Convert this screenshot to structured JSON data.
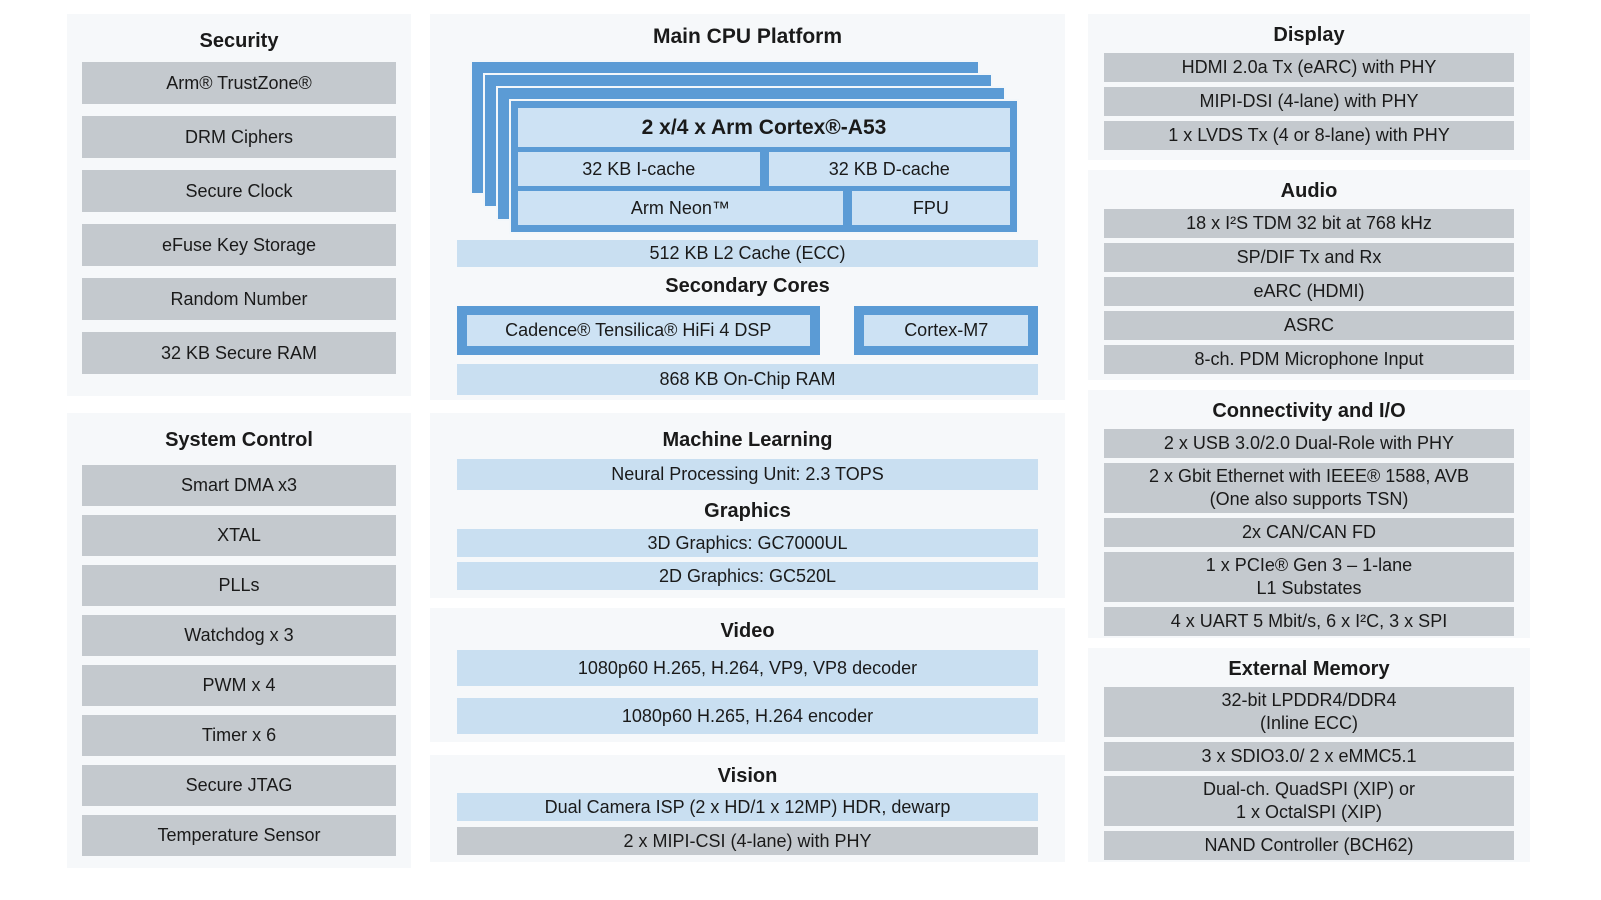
{
  "colors": {
    "panel_bg": "#f6f8fa",
    "gray_bar": "#c4c9ce",
    "light_blue_bar": "#c9dff1",
    "card_cell_blue": "#cde2f4",
    "blue_border": "#5b9bd5"
  },
  "security": {
    "title": "Security",
    "items": [
      "Arm® TrustZone®",
      "DRM Ciphers",
      "Secure Clock",
      "eFuse Key Storage",
      "Random Number",
      "32 KB Secure RAM"
    ]
  },
  "system_control": {
    "title": "System Control",
    "items": [
      "Smart DMA x3",
      "XTAL",
      "PLLs",
      "Watchdog x 3",
      "PWM x 4",
      "Timer x 6",
      "Secure JTAG",
      "Temperature Sensor"
    ]
  },
  "main_cpu": {
    "title": "Main CPU Platform",
    "core": "2 x/4 x Arm Cortex®-A53",
    "icache": "32 KB I-cache",
    "dcache": "32 KB D-cache",
    "neon": "Arm Neon™",
    "fpu": "FPU",
    "l2": "512 KB L2 Cache (ECC)"
  },
  "secondary_cores": {
    "title": "Secondary Cores",
    "dsp": "Cadence® Tensilica® HiFi 4 DSP",
    "m7": "Cortex-M7",
    "ram": "868 KB On-Chip RAM"
  },
  "machine_learning": {
    "title": "Machine Learning",
    "npu": "Neural Processing Unit: 2.3 TOPS"
  },
  "graphics": {
    "title": "Graphics",
    "g3d": "3D Graphics: GC7000UL",
    "g2d": "2D Graphics: GC520L"
  },
  "video": {
    "title": "Video",
    "decoder": "1080p60 H.265, H.264, VP9, VP8 decoder",
    "encoder": "1080p60 H.265, H.264 encoder"
  },
  "vision": {
    "title": "Vision",
    "isp": "Dual Camera ISP (2 x HD/1 x 12MP) HDR, dewarp",
    "csi": "2 x MIPI-CSI (4-lane) with PHY"
  },
  "display": {
    "title": "Display",
    "items": [
      "HDMI 2.0a Tx (eARC) with PHY",
      "MIPI-DSI (4-lane) with PHY",
      "1 x LVDS Tx (4 or 8-lane) with PHY"
    ]
  },
  "audio": {
    "title": "Audio",
    "items": [
      "18 x I²S TDM 32 bit at 768 kHz",
      "SP/DIF Tx and Rx",
      "eARC (HDMI)",
      "ASRC",
      "8-ch. PDM Microphone Input"
    ]
  },
  "connectivity": {
    "title": "Connectivity and I/O",
    "items": [
      "2 x USB 3.0/2.0 Dual-Role with PHY",
      "2 x Gbit Ethernet with IEEE® 1588, AVB\n(One also supports TSN)",
      "2x CAN/CAN FD",
      "1 x PCIe® Gen 3 – 1-lane\nL1 Substates",
      "4 x UART 5 Mbit/s, 6 x I²C, 3 x SPI"
    ]
  },
  "external_memory": {
    "title": "External Memory",
    "items": [
      "32-bit LPDDR4/DDR4\n(Inline ECC)",
      "3 x SDIO3.0/ 2 x eMMC5.1",
      "Dual-ch. QuadSPI (XIP) or\n1 x OctalSPI (XIP)",
      "NAND Controller (BCH62)"
    ]
  }
}
